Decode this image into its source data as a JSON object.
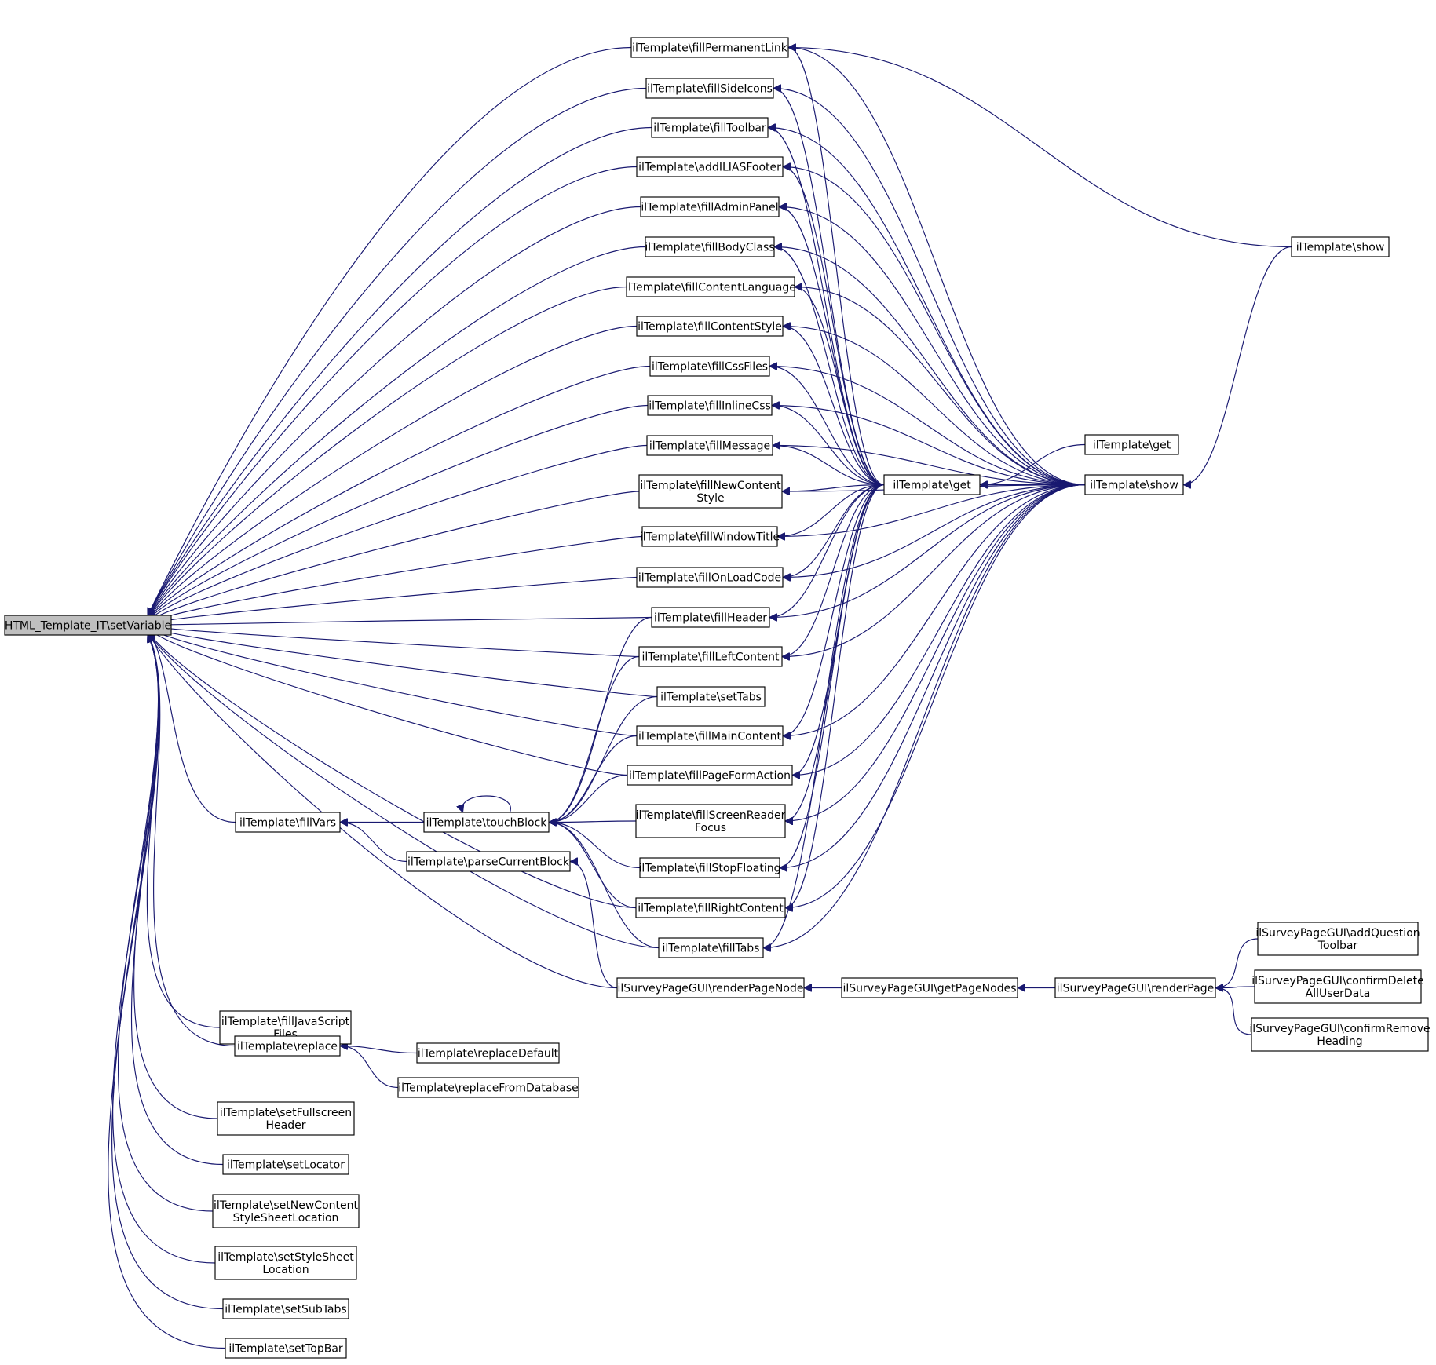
{
  "diagram": {
    "type": "call-graph",
    "root": "setVariable",
    "nodes": [
      {
        "id": "setVariable",
        "lines": [
          "HTML_Template_IT\\setVariable"
        ]
      },
      {
        "id": "fillPermanentLink",
        "lines": [
          "ilTemplate\\fillPermanentLink"
        ]
      },
      {
        "id": "fillSideIcons",
        "lines": [
          "ilTemplate\\fillSideIcons"
        ]
      },
      {
        "id": "fillToolbar",
        "lines": [
          "ilTemplate\\fillToolbar"
        ]
      },
      {
        "id": "addILIASFooter",
        "lines": [
          "ilTemplate\\addILIASFooter"
        ]
      },
      {
        "id": "fillAdminPanel",
        "lines": [
          "ilTemplate\\fillAdminPanel"
        ]
      },
      {
        "id": "fillBodyClass",
        "lines": [
          "ilTemplate\\fillBodyClass"
        ]
      },
      {
        "id": "fillContentLanguage",
        "lines": [
          "ilTemplate\\fillContentLanguage"
        ]
      },
      {
        "id": "fillContentStyle",
        "lines": [
          "ilTemplate\\fillContentStyle"
        ]
      },
      {
        "id": "fillCssFiles",
        "lines": [
          "ilTemplate\\fillCssFiles"
        ]
      },
      {
        "id": "fillInlineCss",
        "lines": [
          "ilTemplate\\fillInlineCss"
        ]
      },
      {
        "id": "fillMessage",
        "lines": [
          "ilTemplate\\fillMessage"
        ]
      },
      {
        "id": "fillNewContentStyle",
        "lines": [
          "ilTemplate\\fillNewContent",
          "Style"
        ]
      },
      {
        "id": "fillWindowTitle",
        "lines": [
          "ilTemplate\\fillWindowTitle"
        ]
      },
      {
        "id": "fillOnLoadCode",
        "lines": [
          "ilTemplate\\fillOnLoadCode"
        ]
      },
      {
        "id": "fillHeader",
        "lines": [
          "ilTemplate\\fillHeader"
        ]
      },
      {
        "id": "fillLeftContent",
        "lines": [
          "ilTemplate\\fillLeftContent"
        ]
      },
      {
        "id": "setTabs",
        "lines": [
          "ilTemplate\\setTabs"
        ]
      },
      {
        "id": "fillMainContent",
        "lines": [
          "ilTemplate\\fillMainContent"
        ]
      },
      {
        "id": "fillPageFormAction",
        "lines": [
          "ilTemplate\\fillPageFormAction"
        ]
      },
      {
        "id": "fillScreenReaderFocus",
        "lines": [
          "ilTemplate\\fillScreenReader",
          "Focus"
        ]
      },
      {
        "id": "fillStopFloating",
        "lines": [
          "ilTemplate\\fillStopFloating"
        ]
      },
      {
        "id": "fillRightContent",
        "lines": [
          "ilTemplate\\fillRightContent"
        ]
      },
      {
        "id": "fillTabs",
        "lines": [
          "ilTemplate\\fillTabs"
        ]
      },
      {
        "id": "renderPageNode",
        "lines": [
          "ilSurveyPageGUI\\renderPageNode"
        ]
      },
      {
        "id": "fillVars",
        "lines": [
          "ilTemplate\\fillVars"
        ]
      },
      {
        "id": "touchBlock",
        "lines": [
          "ilTemplate\\touchBlock"
        ]
      },
      {
        "id": "parseCurrentBlock",
        "lines": [
          "ilTemplate\\parseCurrentBlock"
        ]
      },
      {
        "id": "fillJavaScriptFiles",
        "lines": [
          "ilTemplate\\fillJavaScript",
          "Files"
        ]
      },
      {
        "id": "replace",
        "lines": [
          "ilTemplate\\replace"
        ]
      },
      {
        "id": "replaceDefault",
        "lines": [
          "ilTemplate\\replaceDefault"
        ]
      },
      {
        "id": "replaceFromDatabase",
        "lines": [
          "ilTemplate\\replaceFromDatabase"
        ]
      },
      {
        "id": "setFullscreenHeader",
        "lines": [
          "ilTemplate\\setFullscreen",
          "Header"
        ]
      },
      {
        "id": "setLocator",
        "lines": [
          "ilTemplate\\setLocator"
        ]
      },
      {
        "id": "setNewContentStyleSheetLocation",
        "lines": [
          "ilTemplate\\setNewContent",
          "StyleSheetLocation"
        ]
      },
      {
        "id": "setStyleSheetLocation",
        "lines": [
          "ilTemplate\\setStyleSheet",
          "Location"
        ]
      },
      {
        "id": "setSubTabs",
        "lines": [
          "ilTemplate\\setSubTabs"
        ]
      },
      {
        "id": "setTopBar",
        "lines": [
          "ilTemplate\\setTopBar"
        ]
      },
      {
        "id": "get1",
        "lines": [
          "ilTemplate\\get"
        ]
      },
      {
        "id": "get2",
        "lines": [
          "ilTemplate\\get"
        ]
      },
      {
        "id": "show1",
        "lines": [
          "ilTemplate\\show"
        ]
      },
      {
        "id": "show2",
        "lines": [
          "ilTemplate\\show"
        ]
      },
      {
        "id": "getPageNodes",
        "lines": [
          "ilSurveyPageGUI\\getPageNodes"
        ]
      },
      {
        "id": "renderPage",
        "lines": [
          "ilSurveyPageGUI\\renderPage"
        ]
      },
      {
        "id": "addQuestionToolbar",
        "lines": [
          "ilSurveyPageGUI\\addQuestion",
          "Toolbar"
        ]
      },
      {
        "id": "confirmDeleteAllUserData",
        "lines": [
          "ilSurveyPageGUI\\confirmDelete",
          "AllUserData"
        ]
      },
      {
        "id": "confirmRemoveHeading",
        "lines": [
          "ilSurveyPageGUI\\confirmRemove",
          "Heading"
        ]
      }
    ],
    "edges": [
      [
        "setVariable",
        "fillPermanentLink"
      ],
      [
        "setVariable",
        "fillSideIcons"
      ],
      [
        "setVariable",
        "fillToolbar"
      ],
      [
        "setVariable",
        "addILIASFooter"
      ],
      [
        "setVariable",
        "fillAdminPanel"
      ],
      [
        "setVariable",
        "fillBodyClass"
      ],
      [
        "setVariable",
        "fillContentLanguage"
      ],
      [
        "setVariable",
        "fillContentStyle"
      ],
      [
        "setVariable",
        "fillCssFiles"
      ],
      [
        "setVariable",
        "fillInlineCss"
      ],
      [
        "setVariable",
        "fillMessage"
      ],
      [
        "setVariable",
        "fillNewContentStyle"
      ],
      [
        "setVariable",
        "fillWindowTitle"
      ],
      [
        "setVariable",
        "fillOnLoadCode"
      ],
      [
        "setVariable",
        "fillHeader"
      ],
      [
        "setVariable",
        "fillLeftContent"
      ],
      [
        "setVariable",
        "setTabs"
      ],
      [
        "setVariable",
        "fillMainContent"
      ],
      [
        "setVariable",
        "fillPageFormAction"
      ],
      [
        "setVariable",
        "fillRightContent"
      ],
      [
        "setVariable",
        "fillTabs"
      ],
      [
        "setVariable",
        "renderPageNode"
      ],
      [
        "setVariable",
        "fillVars"
      ],
      [
        "setVariable",
        "fillJavaScriptFiles"
      ],
      [
        "setVariable",
        "replace"
      ],
      [
        "setVariable",
        "setFullscreenHeader"
      ],
      [
        "setVariable",
        "setLocator"
      ],
      [
        "setVariable",
        "setNewContentStyleSheetLocation"
      ],
      [
        "setVariable",
        "setStyleSheetLocation"
      ],
      [
        "setVariable",
        "setSubTabs"
      ],
      [
        "setVariable",
        "setTopBar"
      ],
      [
        "fillVars",
        "touchBlock"
      ],
      [
        "fillVars",
        "parseCurrentBlock"
      ],
      [
        "replace",
        "replaceDefault"
      ],
      [
        "replace",
        "replaceFromDatabase"
      ],
      [
        "touchBlock",
        "touchBlock"
      ],
      [
        "touchBlock",
        "fillHeader"
      ],
      [
        "touchBlock",
        "fillLeftContent"
      ],
      [
        "touchBlock",
        "setTabs"
      ],
      [
        "touchBlock",
        "fillMainContent"
      ],
      [
        "touchBlock",
        "fillPageFormAction"
      ],
      [
        "touchBlock",
        "fillScreenReaderFocus"
      ],
      [
        "touchBlock",
        "fillStopFloating"
      ],
      [
        "touchBlock",
        "fillRightContent"
      ],
      [
        "touchBlock",
        "fillTabs"
      ],
      [
        "parseCurrentBlock",
        "renderPageNode"
      ],
      [
        "fillPermanentLink",
        "get1"
      ],
      [
        "fillSideIcons",
        "get1"
      ],
      [
        "fillToolbar",
        "get1"
      ],
      [
        "addILIASFooter",
        "get1"
      ],
      [
        "fillAdminPanel",
        "get1"
      ],
      [
        "fillBodyClass",
        "get1"
      ],
      [
        "fillContentLanguage",
        "get1"
      ],
      [
        "fillContentStyle",
        "get1"
      ],
      [
        "fillCssFiles",
        "get1"
      ],
      [
        "fillInlineCss",
        "get1"
      ],
      [
        "fillMessage",
        "get1"
      ],
      [
        "fillNewContentStyle",
        "get1"
      ],
      [
        "fillWindowTitle",
        "get1"
      ],
      [
        "fillOnLoadCode",
        "get1"
      ],
      [
        "fillHeader",
        "get1"
      ],
      [
        "fillLeftContent",
        "get1"
      ],
      [
        "fillMainContent",
        "get1"
      ],
      [
        "fillPageFormAction",
        "get1"
      ],
      [
        "fillScreenReaderFocus",
        "get1"
      ],
      [
        "fillStopFloating",
        "get1"
      ],
      [
        "fillRightContent",
        "get1"
      ],
      [
        "fillTabs",
        "get1"
      ],
      [
        "fillPermanentLink",
        "show1"
      ],
      [
        "fillSideIcons",
        "show1"
      ],
      [
        "fillToolbar",
        "show1"
      ],
      [
        "addILIASFooter",
        "show1"
      ],
      [
        "fillAdminPanel",
        "show1"
      ],
      [
        "fillBodyClass",
        "show1"
      ],
      [
        "fillContentLanguage",
        "show1"
      ],
      [
        "fillContentStyle",
        "show1"
      ],
      [
        "fillCssFiles",
        "show1"
      ],
      [
        "fillInlineCss",
        "show1"
      ],
      [
        "fillMessage",
        "show1"
      ],
      [
        "fillNewContentStyle",
        "show1"
      ],
      [
        "fillWindowTitle",
        "show1"
      ],
      [
        "fillOnLoadCode",
        "show1"
      ],
      [
        "fillHeader",
        "show1"
      ],
      [
        "fillLeftContent",
        "show1"
      ],
      [
        "fillMainContent",
        "show1"
      ],
      [
        "fillPageFormAction",
        "show1"
      ],
      [
        "fillScreenReaderFocus",
        "show1"
      ],
      [
        "fillStopFloating",
        "show1"
      ],
      [
        "fillRightContent",
        "show1"
      ],
      [
        "fillTabs",
        "show1"
      ],
      [
        "fillPermanentLink",
        "show2"
      ],
      [
        "get1",
        "get2"
      ],
      [
        "get1",
        "show1"
      ],
      [
        "show1",
        "show2"
      ],
      [
        "renderPageNode",
        "getPageNodes"
      ],
      [
        "getPageNodes",
        "renderPage"
      ],
      [
        "renderPage",
        "addQuestionToolbar"
      ],
      [
        "renderPage",
        "confirmDeleteAllUserData"
      ],
      [
        "renderPage",
        "confirmRemoveHeading"
      ]
    ]
  }
}
